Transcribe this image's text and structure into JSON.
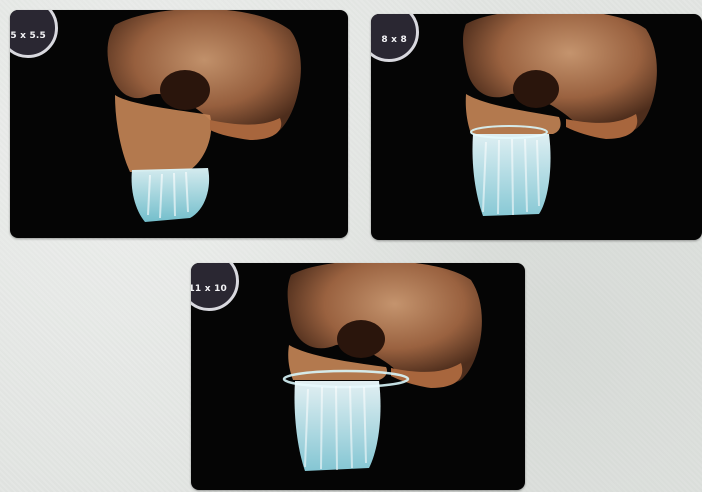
{
  "panels": [
    {
      "fov_label": "5 x 5.5"
    },
    {
      "fov_label": "8 x 8"
    },
    {
      "fov_label": "11 x 10"
    }
  ],
  "colors": {
    "bone": "#c8895e",
    "teeth_scan": "#a8e4ec",
    "panel_background": "#050505",
    "badge_fill": "#2a2732",
    "badge_ring": "#d9d9df",
    "page_background": "#e3e6e3"
  }
}
